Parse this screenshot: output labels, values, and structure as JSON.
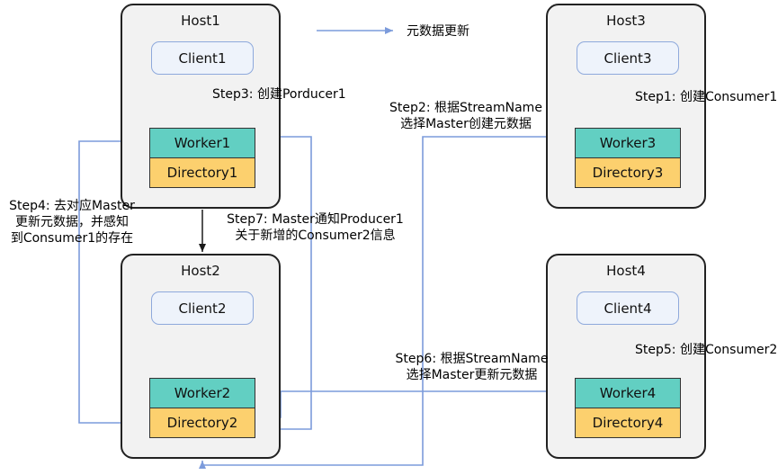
{
  "legend": {
    "label": "元数据更新"
  },
  "hosts": [
    {
      "title": "Host1",
      "client": "Client1",
      "worker": "Worker1",
      "directory": "Directory1"
    },
    {
      "title": "Host2",
      "client": "Client2",
      "worker": "Worker2",
      "directory": "Directory2"
    },
    {
      "title": "Host3",
      "client": "Client3",
      "worker": "Worker3",
      "directory": "Directory3"
    },
    {
      "title": "Host4",
      "client": "Client4",
      "worker": "Worker4",
      "directory": "Directory4"
    }
  ],
  "steps": {
    "step1": {
      "lines": [
        "Step1: 创建Consumer1"
      ]
    },
    "step2": {
      "lines": [
        "Step2: 根据StreamName",
        "选择Master创建元数据"
      ]
    },
    "step3": {
      "lines": [
        "Step3: 创建Porducer1"
      ]
    },
    "step4": {
      "lines": [
        "Step4: 去对应Master",
        "更新元数据，并感知",
        "到Consumer1的存在"
      ]
    },
    "step5": {
      "lines": [
        "Step5: 创建Consumer2"
      ]
    },
    "step6": {
      "lines": [
        "Step6: 根据StreamName",
        "选择Master更新元数据"
      ]
    },
    "step7": {
      "lines": [
        "Step7: Master通知Producer1",
        "关于新增的Consumer2信息"
      ]
    }
  },
  "colors": {
    "host_fill": "#f2f2f2",
    "host_border": "#222222",
    "client_fill": "#eef3fb",
    "client_border": "#8ea9dc",
    "worker_fill": "#62cfc2",
    "directory_fill": "#fcd06e",
    "arrow_blue": "#7c9bdb",
    "arrow_black": "#1a1a1a"
  }
}
